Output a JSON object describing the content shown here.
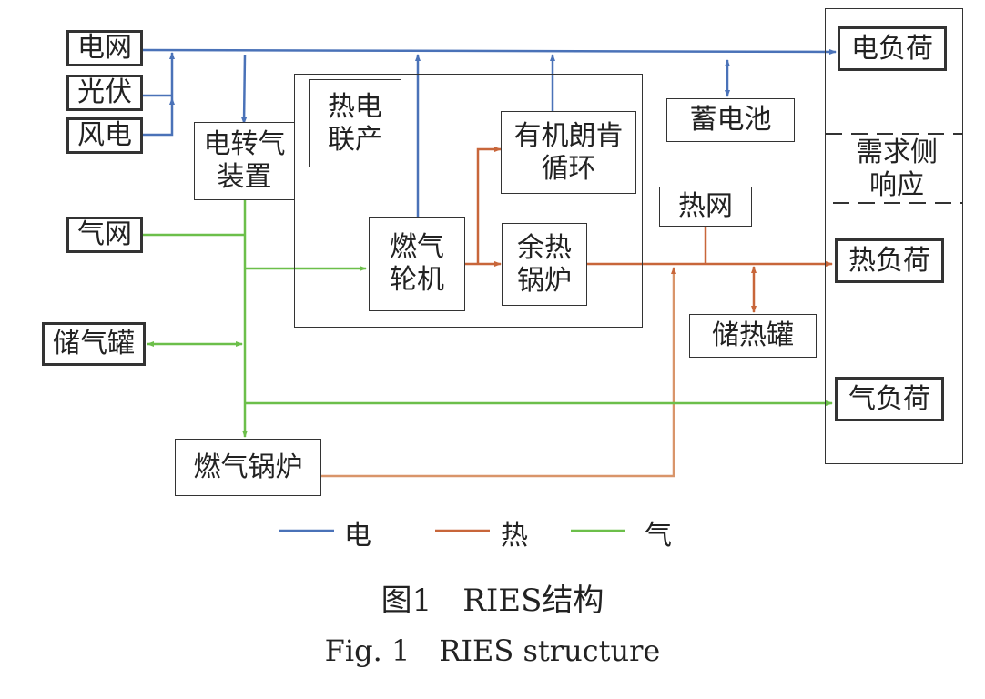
{
  "colors": {
    "electric": "#4a72b8",
    "heat": "#c8663a",
    "gas": "#6cbf4a",
    "heat_light": "#d9956a"
  },
  "sources": {
    "grid": "电网",
    "pv": "光伏",
    "wind": "风电",
    "gas_grid": "气网",
    "gas_storage": "储气罐"
  },
  "devices": {
    "p2g": "电转气\n装置",
    "chp_group": "热电\n联产",
    "gas_turbine": "燃气\n轮机",
    "orc": "有机朗肯\n循环",
    "waste_heat_boiler": "余热\n锅炉",
    "battery": "蓄电池",
    "heat_network": "热网",
    "heat_storage": "储热罐",
    "gas_boiler": "燃气锅炉"
  },
  "loads": {
    "electric_load": "电负荷",
    "demand_response": "需求侧\n响应",
    "heat_load": "热负荷",
    "gas_load": "气负荷"
  },
  "legend": [
    {
      "label": "电",
      "color": "#4a72b8"
    },
    {
      "label": "热",
      "color": "#c8663a"
    },
    {
      "label": "气",
      "color": "#6cbf4a"
    }
  ],
  "caption": {
    "cn": "图1　RIES结构",
    "en": "Fig. 1　RIES structure"
  }
}
